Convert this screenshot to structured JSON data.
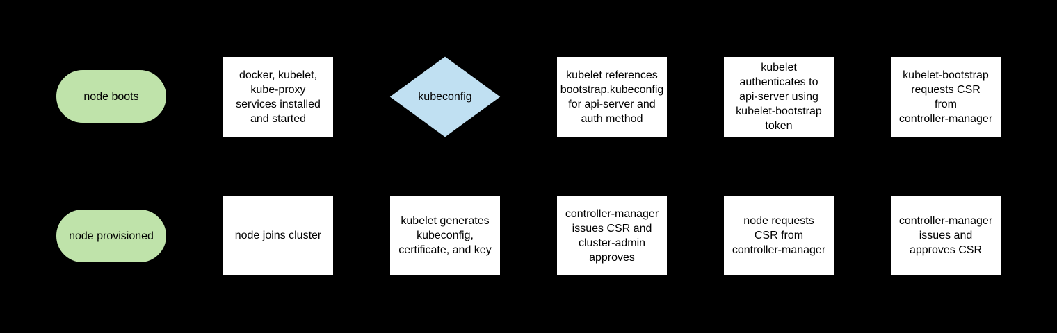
{
  "colors": {
    "canvas_bg": "#000000",
    "process_fill": "#ffffff",
    "terminator_fill": "#bfe3aa",
    "decision_fill": "#c0e0f2",
    "text_color": "#000000"
  },
  "flowchart": {
    "nodes": {
      "node_boots": {
        "shape": "terminator",
        "label": "node boots"
      },
      "services_installed": {
        "shape": "process",
        "label": "docker, kubelet,\nkube-proxy\nservices installed\nand started"
      },
      "kubeconfig_decision": {
        "shape": "decision",
        "label": "kubeconfig"
      },
      "kubelet_references": {
        "shape": "process",
        "label": "kubelet references\nbootstrap.kubeconfig\nfor api-server and\nauth method"
      },
      "kubelet_authenticates": {
        "shape": "process",
        "label": "kubelet\nauthenticates to\napi-server using\nkubelet-bootstrap\ntoken"
      },
      "bootstrap_requests_csr": {
        "shape": "process",
        "label": "kubelet-bootstrap\nrequests CSR\nfrom\ncontroller-manager"
      },
      "node_provisioned": {
        "shape": "terminator",
        "label": "node provisioned"
      },
      "node_joins_cluster": {
        "shape": "process",
        "label": "node joins cluster"
      },
      "kubelet_generates": {
        "shape": "process",
        "label": "kubelet generates\nkubeconfig,\ncertificate, and key"
      },
      "cm_issues_csr_admin_approves": {
        "shape": "process",
        "label": "controller-manager\nissues CSR and\ncluster-admin\napproves"
      },
      "node_requests_csr": {
        "shape": "process",
        "label": "node requests\nCSR from\ncontroller-manager"
      },
      "cm_issues_approves_csr": {
        "shape": "process",
        "label": "controller-manager\nissues and\napproves CSR"
      }
    }
  }
}
